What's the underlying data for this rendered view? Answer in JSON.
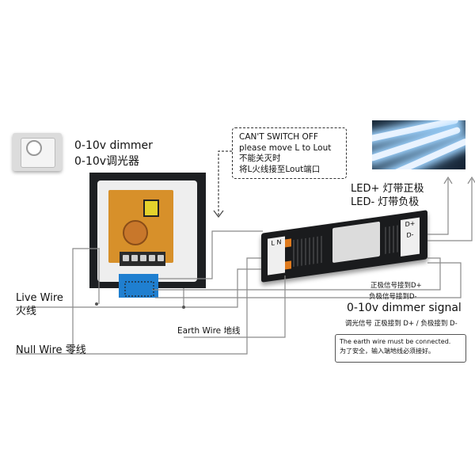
{
  "dimmer": {
    "title": "0-10v dimmer",
    "title_cn": "0-10v调光器"
  },
  "callout": {
    "line1": "CAN'T SWITCH OFF",
    "line2": "please move L to Lout",
    "line3": "不能关灭时",
    "line4": "将L火线接至Lout端口"
  },
  "led": {
    "positive": "LED+ 灯带正极",
    "negative": "LED- 灯带负极"
  },
  "wires": {
    "live": "Live Wire",
    "live_cn": "火线",
    "null": "Null Wire  零线",
    "earth": "Earth Wire  地线"
  },
  "signal": {
    "positive_label": "正极信号接到D+",
    "negative_label": "负极信号接到D-",
    "title": "0-10v dimmer signal",
    "subtitle": "调光信号  正极接到 D+  /  负极接到 D-"
  },
  "earth_note": {
    "line1": "The earth wire must be connected.",
    "line2": "为了安全，输入端地线必须接好。"
  },
  "driver": {
    "terminal_left": "L N",
    "terminal_right": "D+ D-"
  },
  "colors": {
    "wire": "#8a8a8a",
    "dimmer_block": "#1f7fd0",
    "driver_body": "#1a1b1d",
    "terminal_accent": "#e07b1e"
  }
}
